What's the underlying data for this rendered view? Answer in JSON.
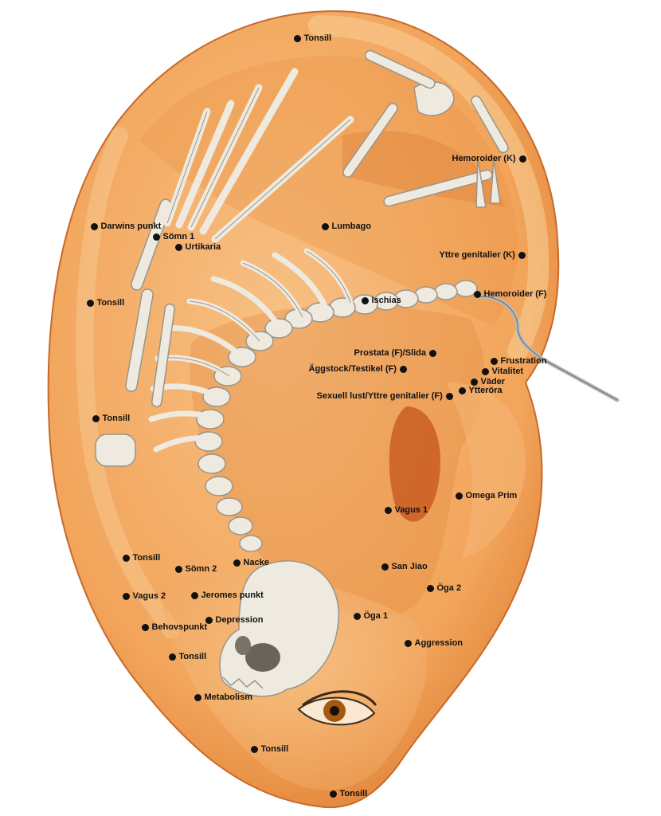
{
  "colors": {
    "skin": "#f2a45a",
    "skin_light": "#f8c68a",
    "skin_dark": "#d9772c",
    "shadow": "#c86a2a",
    "bone": "#eeeae0",
    "bone_edge": "#9a9488",
    "dot": "#111111",
    "label": "#111111"
  },
  "points": [
    {
      "id": "tonsill-top",
      "label": "Tonsill"
    },
    {
      "id": "hemoroider-k",
      "label": "Hemoroider (K)"
    },
    {
      "id": "darwins-punkt",
      "label": "Darwins punkt"
    },
    {
      "id": "somn-1",
      "label": "Sömn 1"
    },
    {
      "id": "urtikaria",
      "label": "Urtikaria"
    },
    {
      "id": "lumbago",
      "label": "Lumbago"
    },
    {
      "id": "yttre-genitalier-k",
      "label": "Yttre genitalier (K)"
    },
    {
      "id": "tonsill-left-upper",
      "label": "Tonsill"
    },
    {
      "id": "ischias",
      "label": "Ischias"
    },
    {
      "id": "hemoroider-f",
      "label": "Hemoroider (F)"
    },
    {
      "id": "prostata-slida",
      "label": "Prostata (F)/Slida"
    },
    {
      "id": "aggstock-testikel",
      "label": "Äggstock/Testikel (F)"
    },
    {
      "id": "frustration",
      "label": "Frustration"
    },
    {
      "id": "vitalitet",
      "label": "Vitalitet"
    },
    {
      "id": "vader",
      "label": "Väder"
    },
    {
      "id": "ytteröra",
      "label": "Ytteröra"
    },
    {
      "id": "sexuell-lust",
      "label": "Sexuell lust/Yttre genitalier (F)"
    },
    {
      "id": "tonsill-left-mid",
      "label": "Tonsill"
    },
    {
      "id": "omega-prim",
      "label": "Omega Prim"
    },
    {
      "id": "vagus-1",
      "label": "Vagus 1"
    },
    {
      "id": "tonsill-lobe-left",
      "label": "Tonsill"
    },
    {
      "id": "somn-2",
      "label": "Sömn 2"
    },
    {
      "id": "nacke",
      "label": "Nacke"
    },
    {
      "id": "san-jiao",
      "label": "San Jiao"
    },
    {
      "id": "vagus-2",
      "label": "Vagus 2"
    },
    {
      "id": "jeromes-punkt",
      "label": "Jeromes punkt"
    },
    {
      "id": "oga-2",
      "label": "Öga 2"
    },
    {
      "id": "depression",
      "label": "Depression"
    },
    {
      "id": "oga-1",
      "label": "Öga 1"
    },
    {
      "id": "behovspunkt",
      "label": "Behovspunkt"
    },
    {
      "id": "aggression",
      "label": "Aggression"
    },
    {
      "id": "tonsill-lower-1",
      "label": "Tonsill"
    },
    {
      "id": "metabolism",
      "label": "Metabolism"
    },
    {
      "id": "tonsill-lower-2",
      "label": "Tonsill"
    },
    {
      "id": "tonsill-bottom",
      "label": "Tonsill"
    }
  ]
}
